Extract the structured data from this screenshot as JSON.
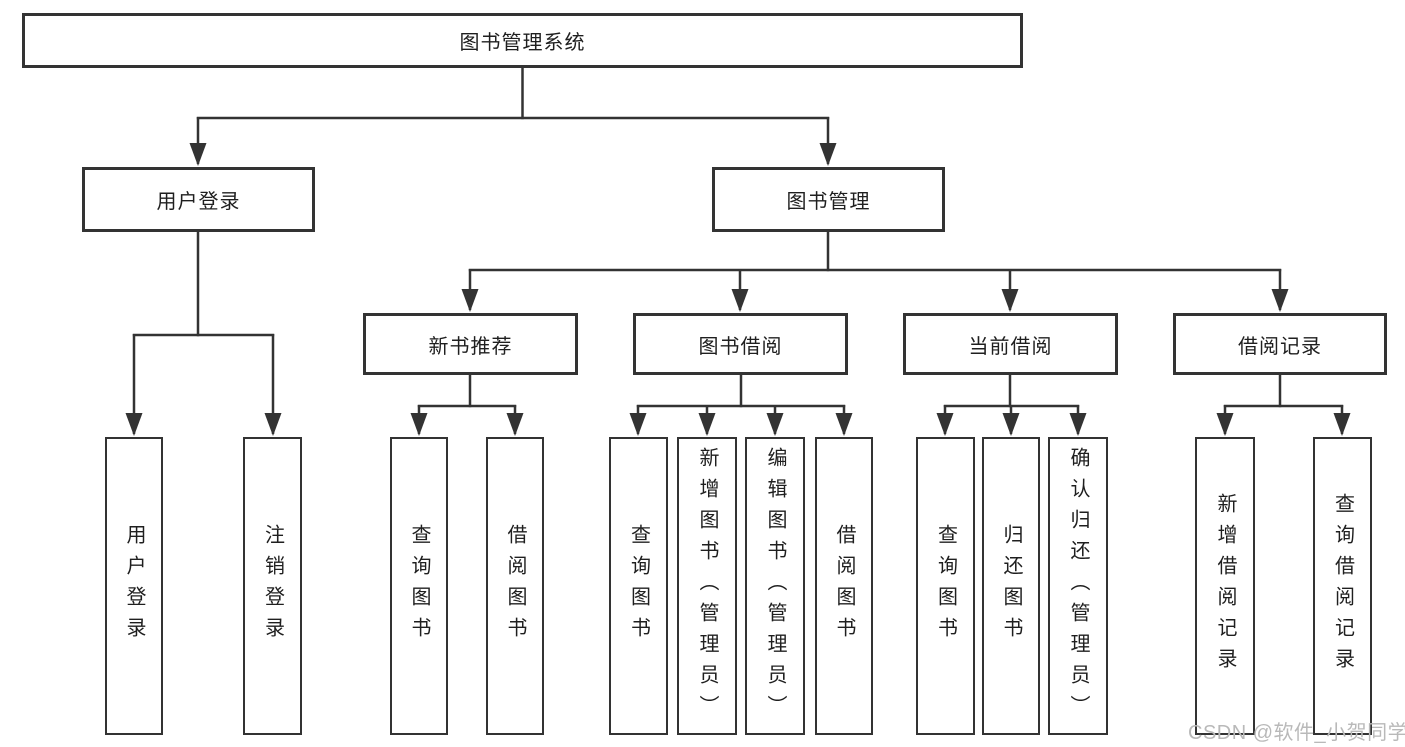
{
  "diagram": {
    "title": "图书管理系统",
    "branches": {
      "user_login": {
        "label": "用户登录",
        "children": [
          "用户登录",
          "注销登录"
        ]
      },
      "book_management": {
        "label": "图书管理",
        "children": [
          {
            "label": "新书推荐",
            "children": [
              "查询图书",
              "借阅图书"
            ]
          },
          {
            "label": "图书借阅",
            "children": [
              "查询图书",
              "新增图书（管理员）",
              "编辑图书（管理员）",
              "借阅图书"
            ]
          },
          {
            "label": "当前借阅",
            "children": [
              "查询图书",
              "归还图书",
              "确认归还（管理员）"
            ]
          },
          {
            "label": "借阅记录",
            "children": [
              "新增借阅记录",
              "查询借阅记录"
            ]
          }
        ]
      }
    },
    "colors": {
      "line": "#333333",
      "box_border": "#333333",
      "box_fill": "#ffffff",
      "text": "#1f1f1f",
      "watermark": "#b9b9b9"
    },
    "watermark": "CSDN @软件_小贺同学"
  }
}
